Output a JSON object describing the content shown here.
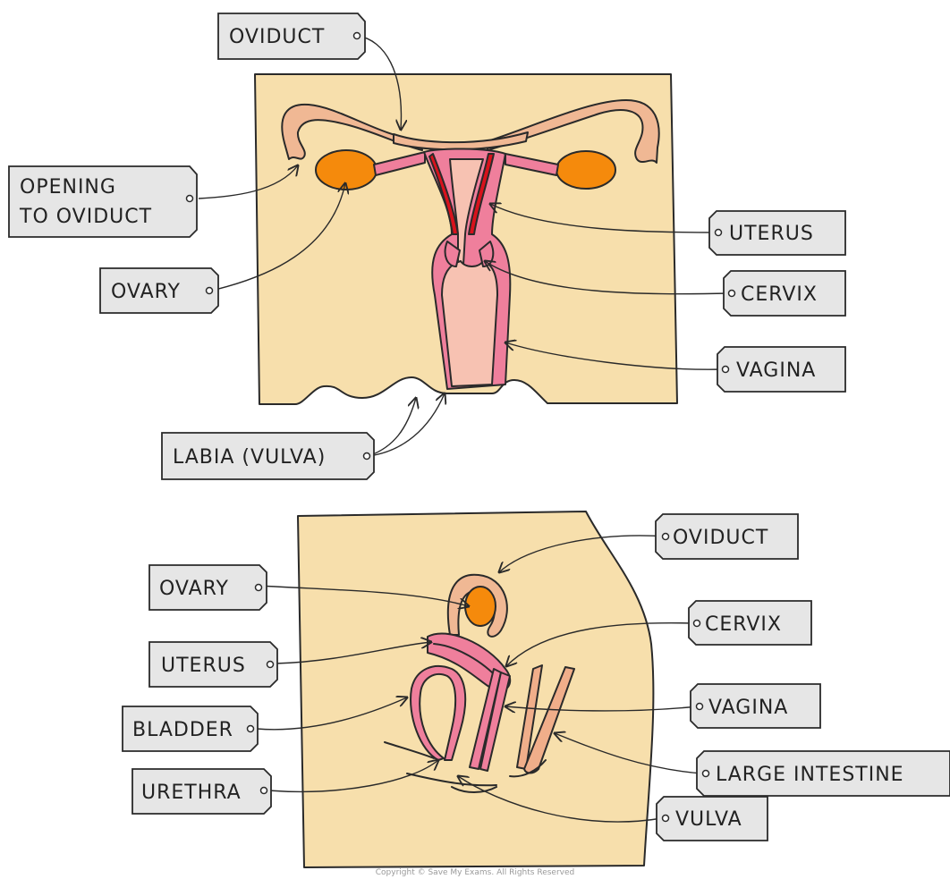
{
  "front_view": {
    "labels": {
      "oviduct": "OVIDUCT",
      "opening_line1": "OPENING",
      "opening_line2": "TO OVIDUCT",
      "ovary": "OVARY",
      "uterus": "UTERUS",
      "cervix": "CERVIX",
      "vagina": "VAGINA",
      "labia": "LABIA (VULVA)"
    }
  },
  "side_view": {
    "labels": {
      "oviduct": "OVIDUCT",
      "ovary": "OVARY",
      "cervix": "CERVIX",
      "uterus": "UTERUS",
      "vagina": "VAGINA",
      "bladder": "BLADDER",
      "large_intestine": "LARGE INTESTINE",
      "urethra": "URETHRA",
      "vulva": "VULVA"
    }
  },
  "footer": {
    "copyright": "Copyright © Save My Exams. All Rights Reserved"
  },
  "colors": {
    "skin": "#f7dfac",
    "oviduct_tissue": "#f0b894",
    "ovary": "#f58a0c",
    "uterus_wall": "#ef7f9c",
    "uterus_cavity": "#f7c2b2",
    "uterus_lining": "#d8121c",
    "intestine": "#f0ae8a",
    "tag_fill": "#e6e6e6"
  }
}
